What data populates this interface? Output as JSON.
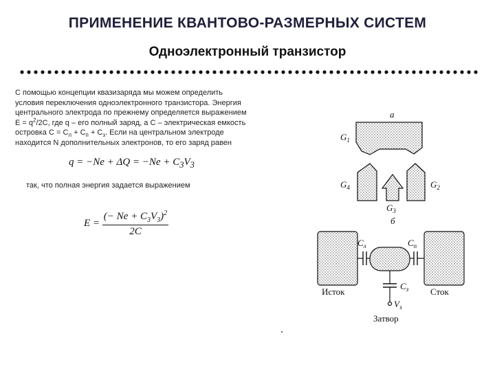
{
  "header": {
    "title": "ПРИМЕНЕНИЕ КВАНТОВО-РАЗМЕРНЫХ СИСТЕМ",
    "subtitle": "Одноэлектронный транзистор"
  },
  "body": {
    "line1": "С помощью концепции квазизаряда мы можем определить",
    "line2": "условия переключения одноэлектронного транзистора. Энергия",
    "line3": "центрального электрода по прежнему определяется выражением",
    "line4_a": "E = q",
    "line4_sup": "2",
    "line4_b": "/2C, где q – его полный заряд, а C – электрическая емкость",
    "line5_a": "островка C = C",
    "line5_sub1": "л",
    "line5_b": " + C",
    "line5_sub2": "п",
    "line5_c": " + C",
    "line5_sub3": "з",
    "line5_d": ". Если на центральном электроде",
    "line6": "находится N  дополнительных электронов, то его заряд равен",
    "after_formula": "так, что полная энергия задается выражением"
  },
  "formulas": {
    "charge_a": "q = −Ne + ΔQ = −Ne + C",
    "charge_sub1": "3",
    "charge_b": "V",
    "charge_sub2": "3",
    "energy_lhs": "E = ",
    "energy_num_a": "(− Ne + C",
    "energy_num_sub1": "3",
    "energy_num_b": "V",
    "energy_num_sub2": "3",
    "energy_num_c": ")",
    "energy_num_sup": "2",
    "energy_den": "2C"
  },
  "diagram": {
    "label_a": "а",
    "label_g1": "G",
    "label_g1_sub": "1",
    "label_g4": "G",
    "label_g4_sub": "4",
    "label_g2": "G",
    "label_g2_sub": "2",
    "label_g3": "G",
    "label_g3_sub": "3",
    "label_b": "б",
    "label_cl": "C",
    "label_cl_sub": "л",
    "label_cp": "C",
    "label_cp_sub": "п",
    "label_cz": "C",
    "label_cz_sub": "з",
    "label_vz": "V",
    "label_vz_sub": "з",
    "label_source": "Исток",
    "label_drain": "Сток",
    "label_gate": "Затвор"
  },
  "colors": {
    "title": "#1f1f3a",
    "hatch": "#555555"
  }
}
